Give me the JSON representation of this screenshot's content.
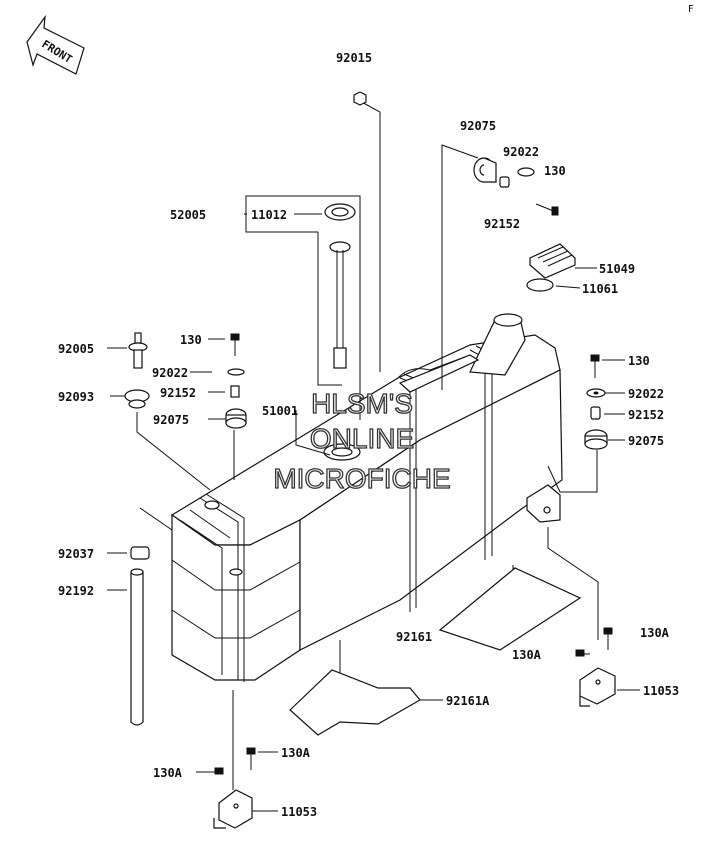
{
  "corner_mark": "F",
  "front_label": "FRONT",
  "watermark": {
    "line1": "HLSM'S",
    "line2": "ONLINE",
    "line3": "MICROFICHE"
  },
  "parts": {
    "p92015": "92015",
    "p92075_top": "92075",
    "p92022_top": "92022",
    "p130_top": "130",
    "p92152_top": "92152",
    "p52005": "52005",
    "p11012": "11012",
    "p51049": "51049",
    "p11061": "11061",
    "p92005": "92005",
    "p130_left": "130",
    "p92022_left": "92022",
    "p92093": "92093",
    "p92152_left": "92152",
    "p92075_left": "92075",
    "p51001": "51001",
    "p130_right": "130",
    "p92022_right": "92022",
    "p92152_right": "92152",
    "p92075_right": "92075",
    "p92037": "92037",
    "p92192": "92192",
    "p92161": "92161",
    "p130A_r1": "130A",
    "p130A_r2": "130A",
    "p11053_right": "11053",
    "p92161A": "92161A",
    "p130A_b1": "130A",
    "p130A_b2": "130A",
    "p11053_bottom": "11053"
  }
}
